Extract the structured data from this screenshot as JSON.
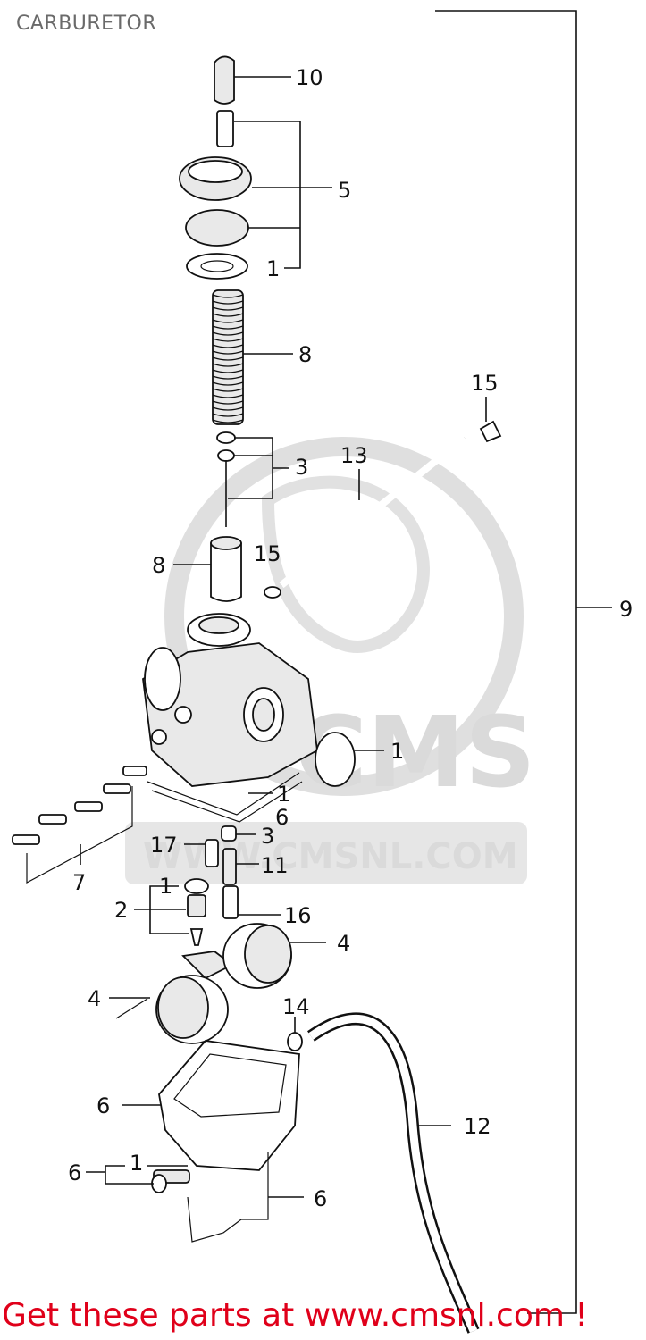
{
  "title": "CARBURETOR",
  "footer": "Get these parts at www.cmsnl.com !",
  "watermark": {
    "brand": "CMS",
    "site": "WWW.CMSNL.COM"
  },
  "colors": {
    "footer": "#e0001a",
    "title": "#6a6a6a",
    "watermark": "#d6d6d6",
    "line": "#111111"
  },
  "callouts": {
    "c10": "10",
    "c5": "5",
    "c1a": "1",
    "c8a": "8",
    "c15a": "15",
    "c3a": "3",
    "c13": "13",
    "c8b": "8",
    "c15b": "15",
    "c9": "9",
    "c1b": "1",
    "c1c": "1",
    "c6a": "6",
    "c17": "17",
    "c3b": "3",
    "c11": "11",
    "c7": "7",
    "c1d": "1",
    "c2": "2",
    "c16": "16",
    "c4a": "4",
    "c4b": "4",
    "c14": "14",
    "c6b": "6",
    "c12": "12",
    "c6c": "6",
    "c1e": "1",
    "c6d": "6"
  }
}
